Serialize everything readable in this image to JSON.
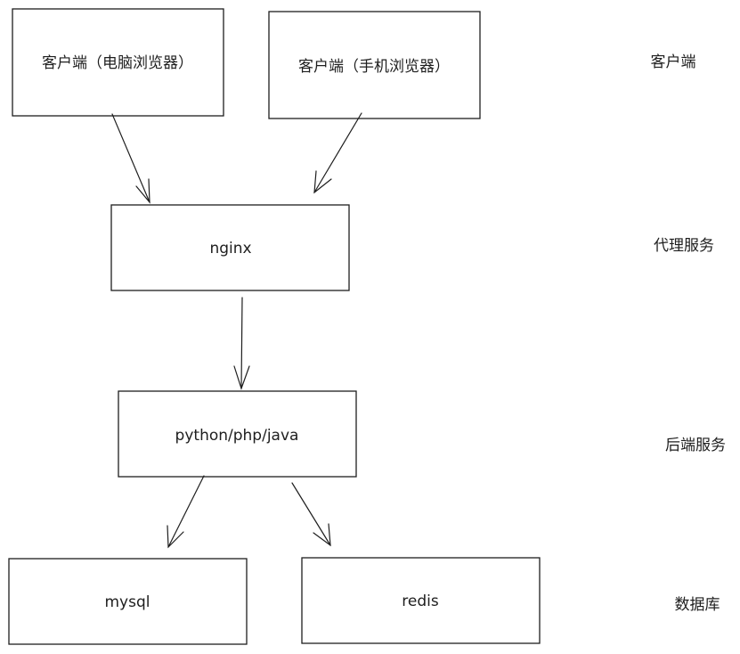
{
  "nodes": [
    {
      "id": "client-pc",
      "label": "客户端（电脑浏览器）"
    },
    {
      "id": "client-mobile",
      "label": "客户端（手机浏览器）"
    },
    {
      "id": "nginx",
      "label": "nginx"
    },
    {
      "id": "backend",
      "label": "python/php/java"
    },
    {
      "id": "mysql",
      "label": "mysql"
    },
    {
      "id": "redis",
      "label": "redis"
    }
  ],
  "edges": [
    {
      "from": "client-pc",
      "to": "nginx"
    },
    {
      "from": "client-mobile",
      "to": "nginx"
    },
    {
      "from": "nginx",
      "to": "backend"
    },
    {
      "from": "backend",
      "to": "mysql"
    },
    {
      "from": "backend",
      "to": "redis"
    }
  ],
  "tiers": [
    {
      "label": "客户端"
    },
    {
      "label": "代理服务"
    },
    {
      "label": "后端服务"
    },
    {
      "label": "数据库"
    }
  ]
}
